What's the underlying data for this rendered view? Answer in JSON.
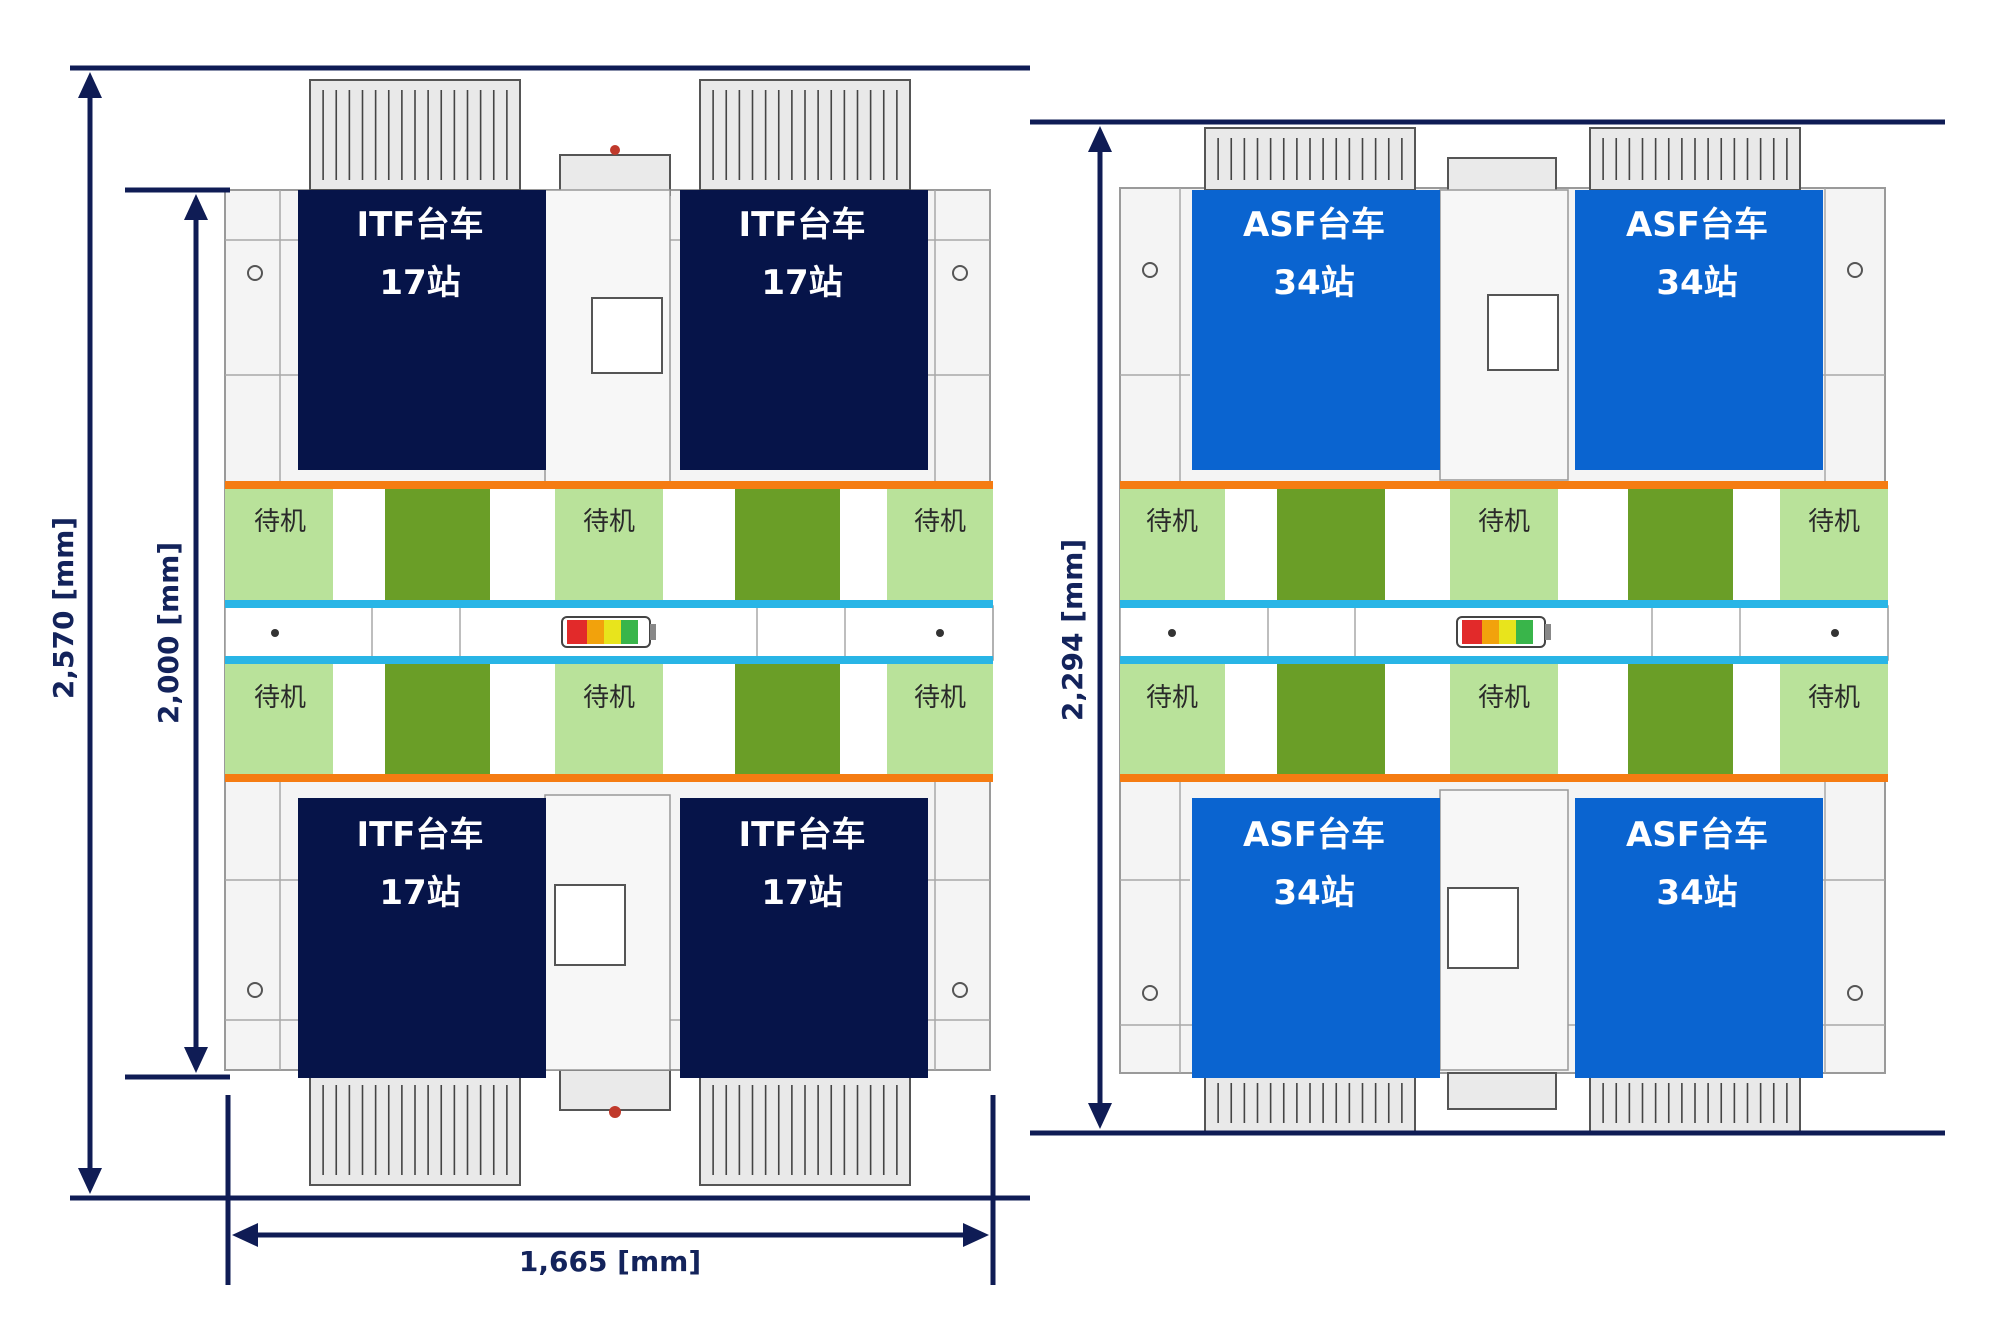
{
  "colors": {
    "itf_cart": "#061449",
    "asf_cart": "#0a64d0",
    "wait_light": "#b9e29a",
    "wait_dark": "#6a9e27",
    "orange_rail": "#f57c12",
    "blue_rail": "#29b5e6",
    "dimension": "#0f1c55",
    "signal": [
      "#e22a2a",
      "#f2a20c",
      "#e8e41c",
      "#39b54a"
    ]
  },
  "left_machine": {
    "carts": [
      {
        "line1": "ITF台车",
        "line2": "17站"
      },
      {
        "line1": "ITF台车",
        "line2": "17站"
      },
      {
        "line1": "ITF台车",
        "line2": "17站"
      },
      {
        "line1": "ITF台车",
        "line2": "17站"
      }
    ],
    "wait_labels": [
      "待机",
      "待机",
      "待机",
      "待机",
      "待机",
      "待机"
    ],
    "dimensions": {
      "outer_height": "2,570 [mm]",
      "inner_height": "2,000 [mm]",
      "width": "1,665 [mm]"
    }
  },
  "right_machine": {
    "carts": [
      {
        "line1": "ASF台车",
        "line2": "34站"
      },
      {
        "line1": "ASF台车",
        "line2": "34站"
      },
      {
        "line1": "ASF台车",
        "line2": "34站"
      },
      {
        "line1": "ASF台车",
        "line2": "34站"
      }
    ],
    "wait_labels": [
      "待机",
      "待机",
      "待机",
      "待机",
      "待机",
      "待机"
    ],
    "dimensions": {
      "height": "2,294 [mm]"
    }
  }
}
